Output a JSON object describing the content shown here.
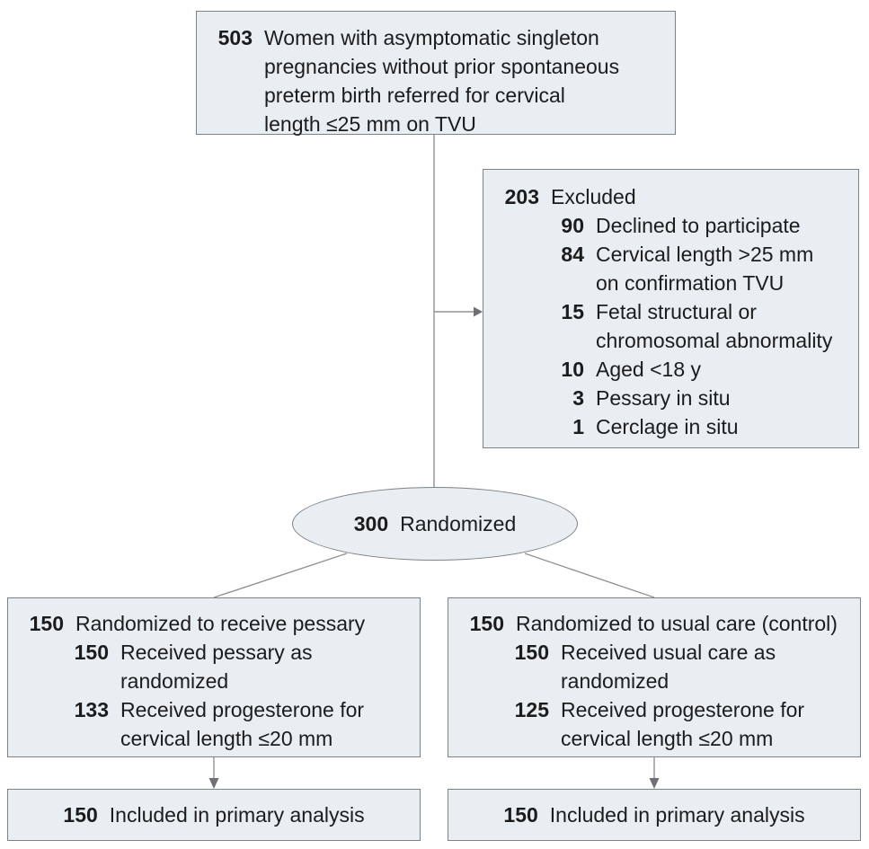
{
  "colors": {
    "box-fill": "#e8eef2",
    "box-border": "#7d8285",
    "line": "#909294",
    "arrow-fill": "#6e7076",
    "text": "#1c1c1c"
  },
  "icons": {
    "arrowhead-right-icon": "filled triangle pointing right",
    "arrowhead-down-icon": "filled triangle pointing down"
  },
  "flow": {
    "enrollment": {
      "count": "503",
      "label": "Women with asymptomatic singleton\npregnancies without prior spontaneous\npreterm birth referred for cervical\nlength ≤25 mm on TVU"
    },
    "excluded": {
      "count": "203",
      "label": "Excluded",
      "reasons": [
        {
          "count": "90",
          "label": "Declined to participate"
        },
        {
          "count": "84",
          "label": "Cervical length >25 mm\non confirmation TVU"
        },
        {
          "count": "15",
          "label": "Fetal structural or\nchromosomal abnormality"
        },
        {
          "count": "10",
          "label": "Aged <18 y"
        },
        {
          "count": "3",
          "label": "Pessary in situ"
        },
        {
          "count": "1",
          "label": "Cerclage in situ"
        }
      ]
    },
    "randomized": {
      "count": "300",
      "label": "Randomized"
    },
    "arms": {
      "pessary": {
        "count": "150",
        "label": "Randomized to receive pessary",
        "details": [
          {
            "count": "150",
            "label": "Received pessary as\nrandomized"
          },
          {
            "count": "133",
            "label": "Received progesterone for\ncervical length ≤20 mm"
          }
        ]
      },
      "control": {
        "count": "150",
        "label": "Randomized to usual care (control)",
        "details": [
          {
            "count": "150",
            "label": "Received usual care as\nrandomized"
          },
          {
            "count": "125",
            "label": "Received progesterone for\ncervical length ≤20 mm"
          }
        ]
      }
    },
    "analysis": {
      "pessary": {
        "count": "150",
        "label": "Included in primary analysis"
      },
      "control": {
        "count": "150",
        "label": "Included in primary analysis"
      }
    }
  }
}
